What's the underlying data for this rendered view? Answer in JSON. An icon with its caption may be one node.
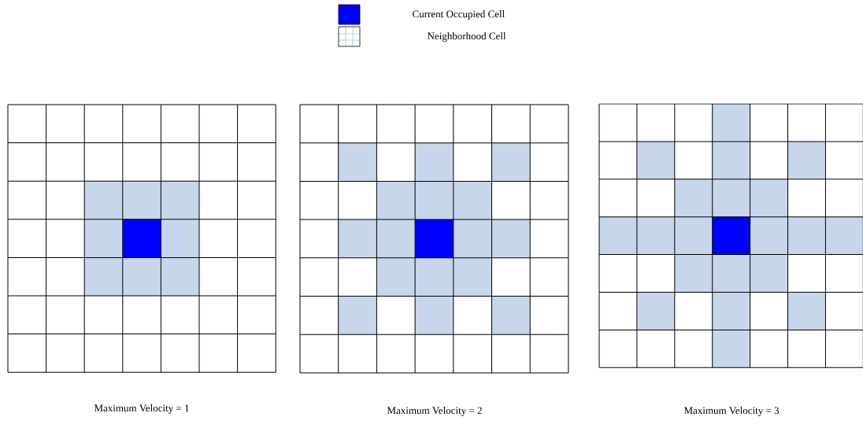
{
  "diagram": {
    "labels": [
      "Maximum Velocity = 1",
      "Maximum Velocity = 2",
      "Maximum Velocity = 3"
    ],
    "legend": [
      {
        "text": "Current Occupied Cell",
        "color": "#0000ff"
      },
      {
        "text": "Neighborhood Cell"
      }
    ]
  }
}
